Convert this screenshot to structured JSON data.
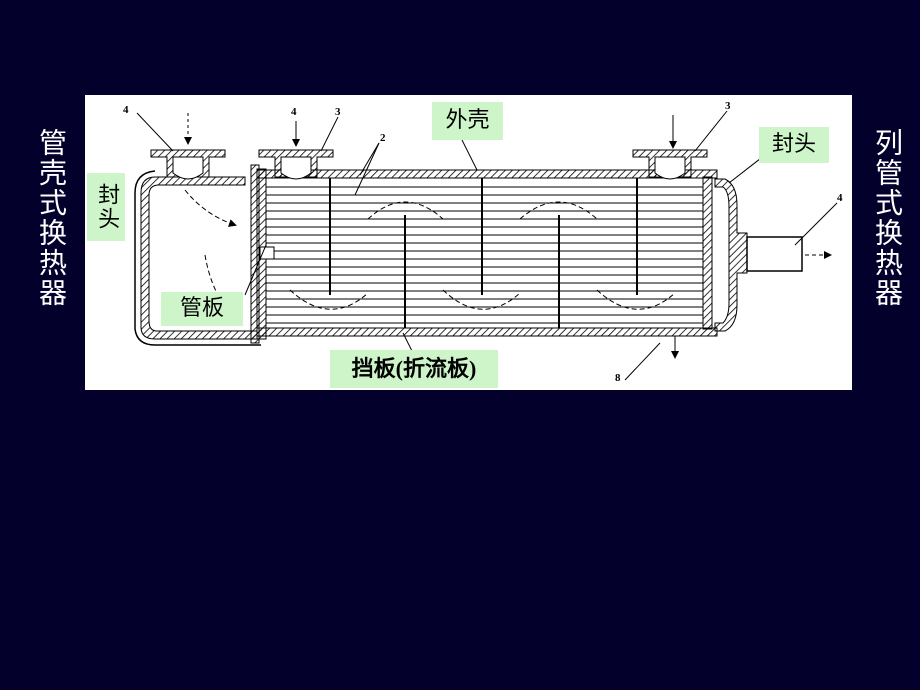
{
  "title_left": "管壳式换热器",
  "title_right": "列管式换热器",
  "labels": {
    "shell": "外壳",
    "head_left": "封头",
    "head_right": "封头",
    "tube_sheet": "管板",
    "baffle": "挡板(折流板)"
  },
  "part_numbers": {
    "n4_left": "4",
    "n4_inlet": "4",
    "n3_left": "3",
    "n2": "2",
    "n3_right": "3",
    "n4_right": "4",
    "n8": "8"
  },
  "colors": {
    "background": "#03012b",
    "panel": "#ffffff",
    "callout": "#cdf5c9"
  }
}
